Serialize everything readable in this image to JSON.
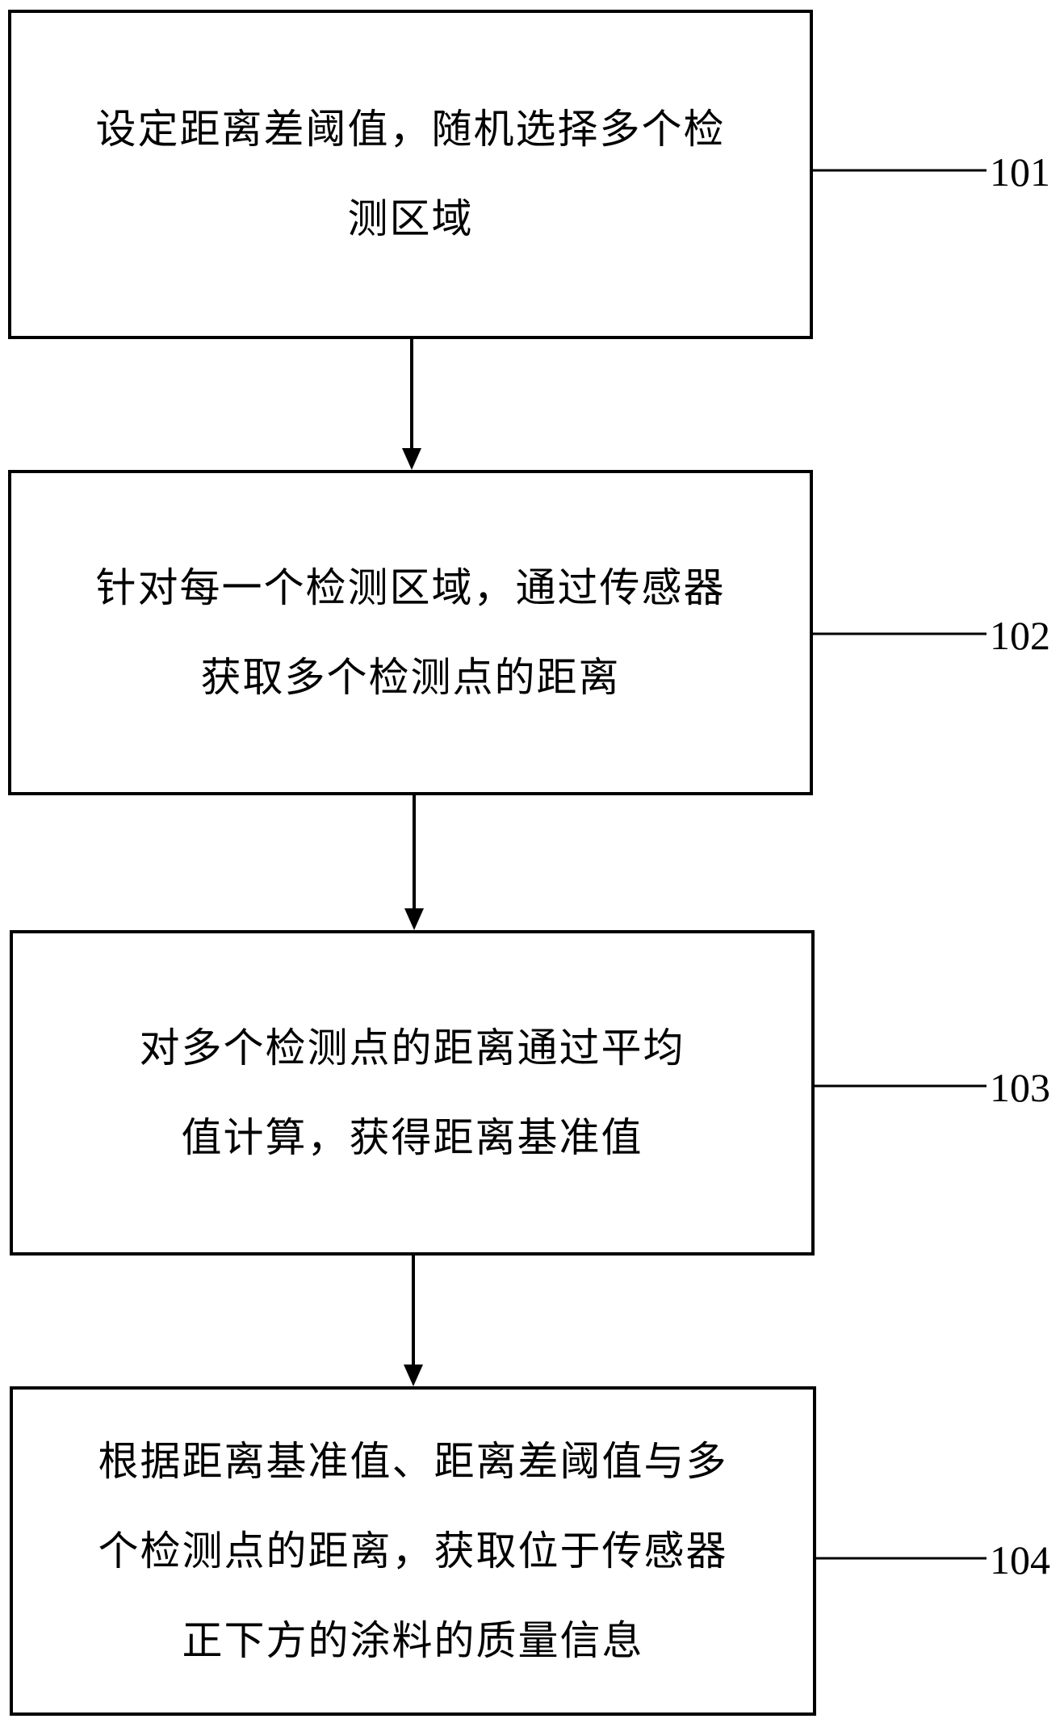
{
  "steps": [
    {
      "id": "101",
      "lines": [
        "设定距离差阈值，随机选择多个检",
        "测区域"
      ]
    },
    {
      "id": "102",
      "lines": [
        "针对每一个检测区域，通过传感器",
        "获取多个检测点的距离"
      ]
    },
    {
      "id": "103",
      "lines": [
        "对多个检测点的距离通过平均",
        "值计算，获得距离基准值"
      ]
    },
    {
      "id": "104",
      "lines": [
        "根据距离基准值、距离差阈值与多",
        "个检测点的距离，获取位于传感器",
        "正下方的涂料的质量信息"
      ]
    }
  ]
}
